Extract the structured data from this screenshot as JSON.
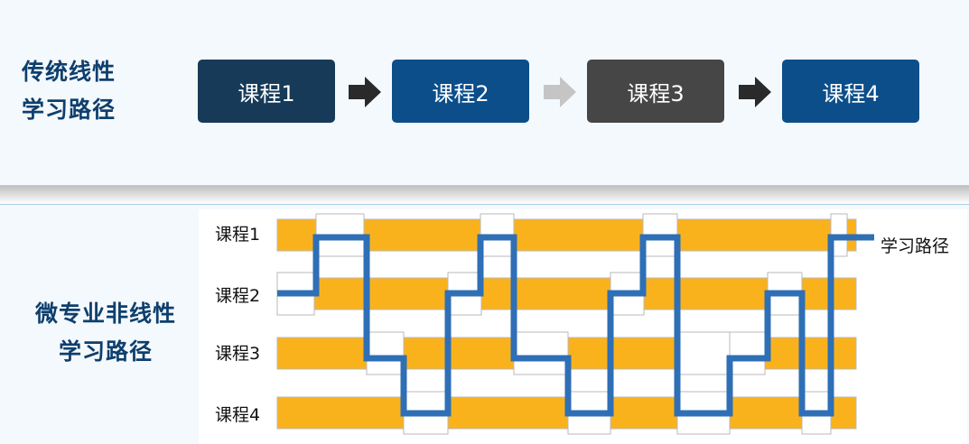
{
  "traditional": {
    "title_lines": [
      "传统线性",
      "学习路径"
    ],
    "courses": [
      {
        "label": "课程1",
        "color": "#163a58"
      },
      {
        "label": "课程2",
        "color": "#0b4e8a"
      },
      {
        "label": "课程3",
        "color": "#464646"
      },
      {
        "label": "课程4",
        "color": "#0b4e8a"
      }
    ],
    "arrow_colors": [
      "#2a2a2a",
      "#c5c5c5",
      "#2a2a2a"
    ]
  },
  "micro": {
    "title_lines": [
      "微专业非线性",
      "学习路径"
    ],
    "row_labels": [
      "课程1",
      "课程2",
      "课程3",
      "课程4"
    ],
    "path_label": "学习路径",
    "colors": {
      "bar": "#fab21c",
      "bar_border": "#b8b8b8",
      "path": "#2e6fb6"
    }
  }
}
